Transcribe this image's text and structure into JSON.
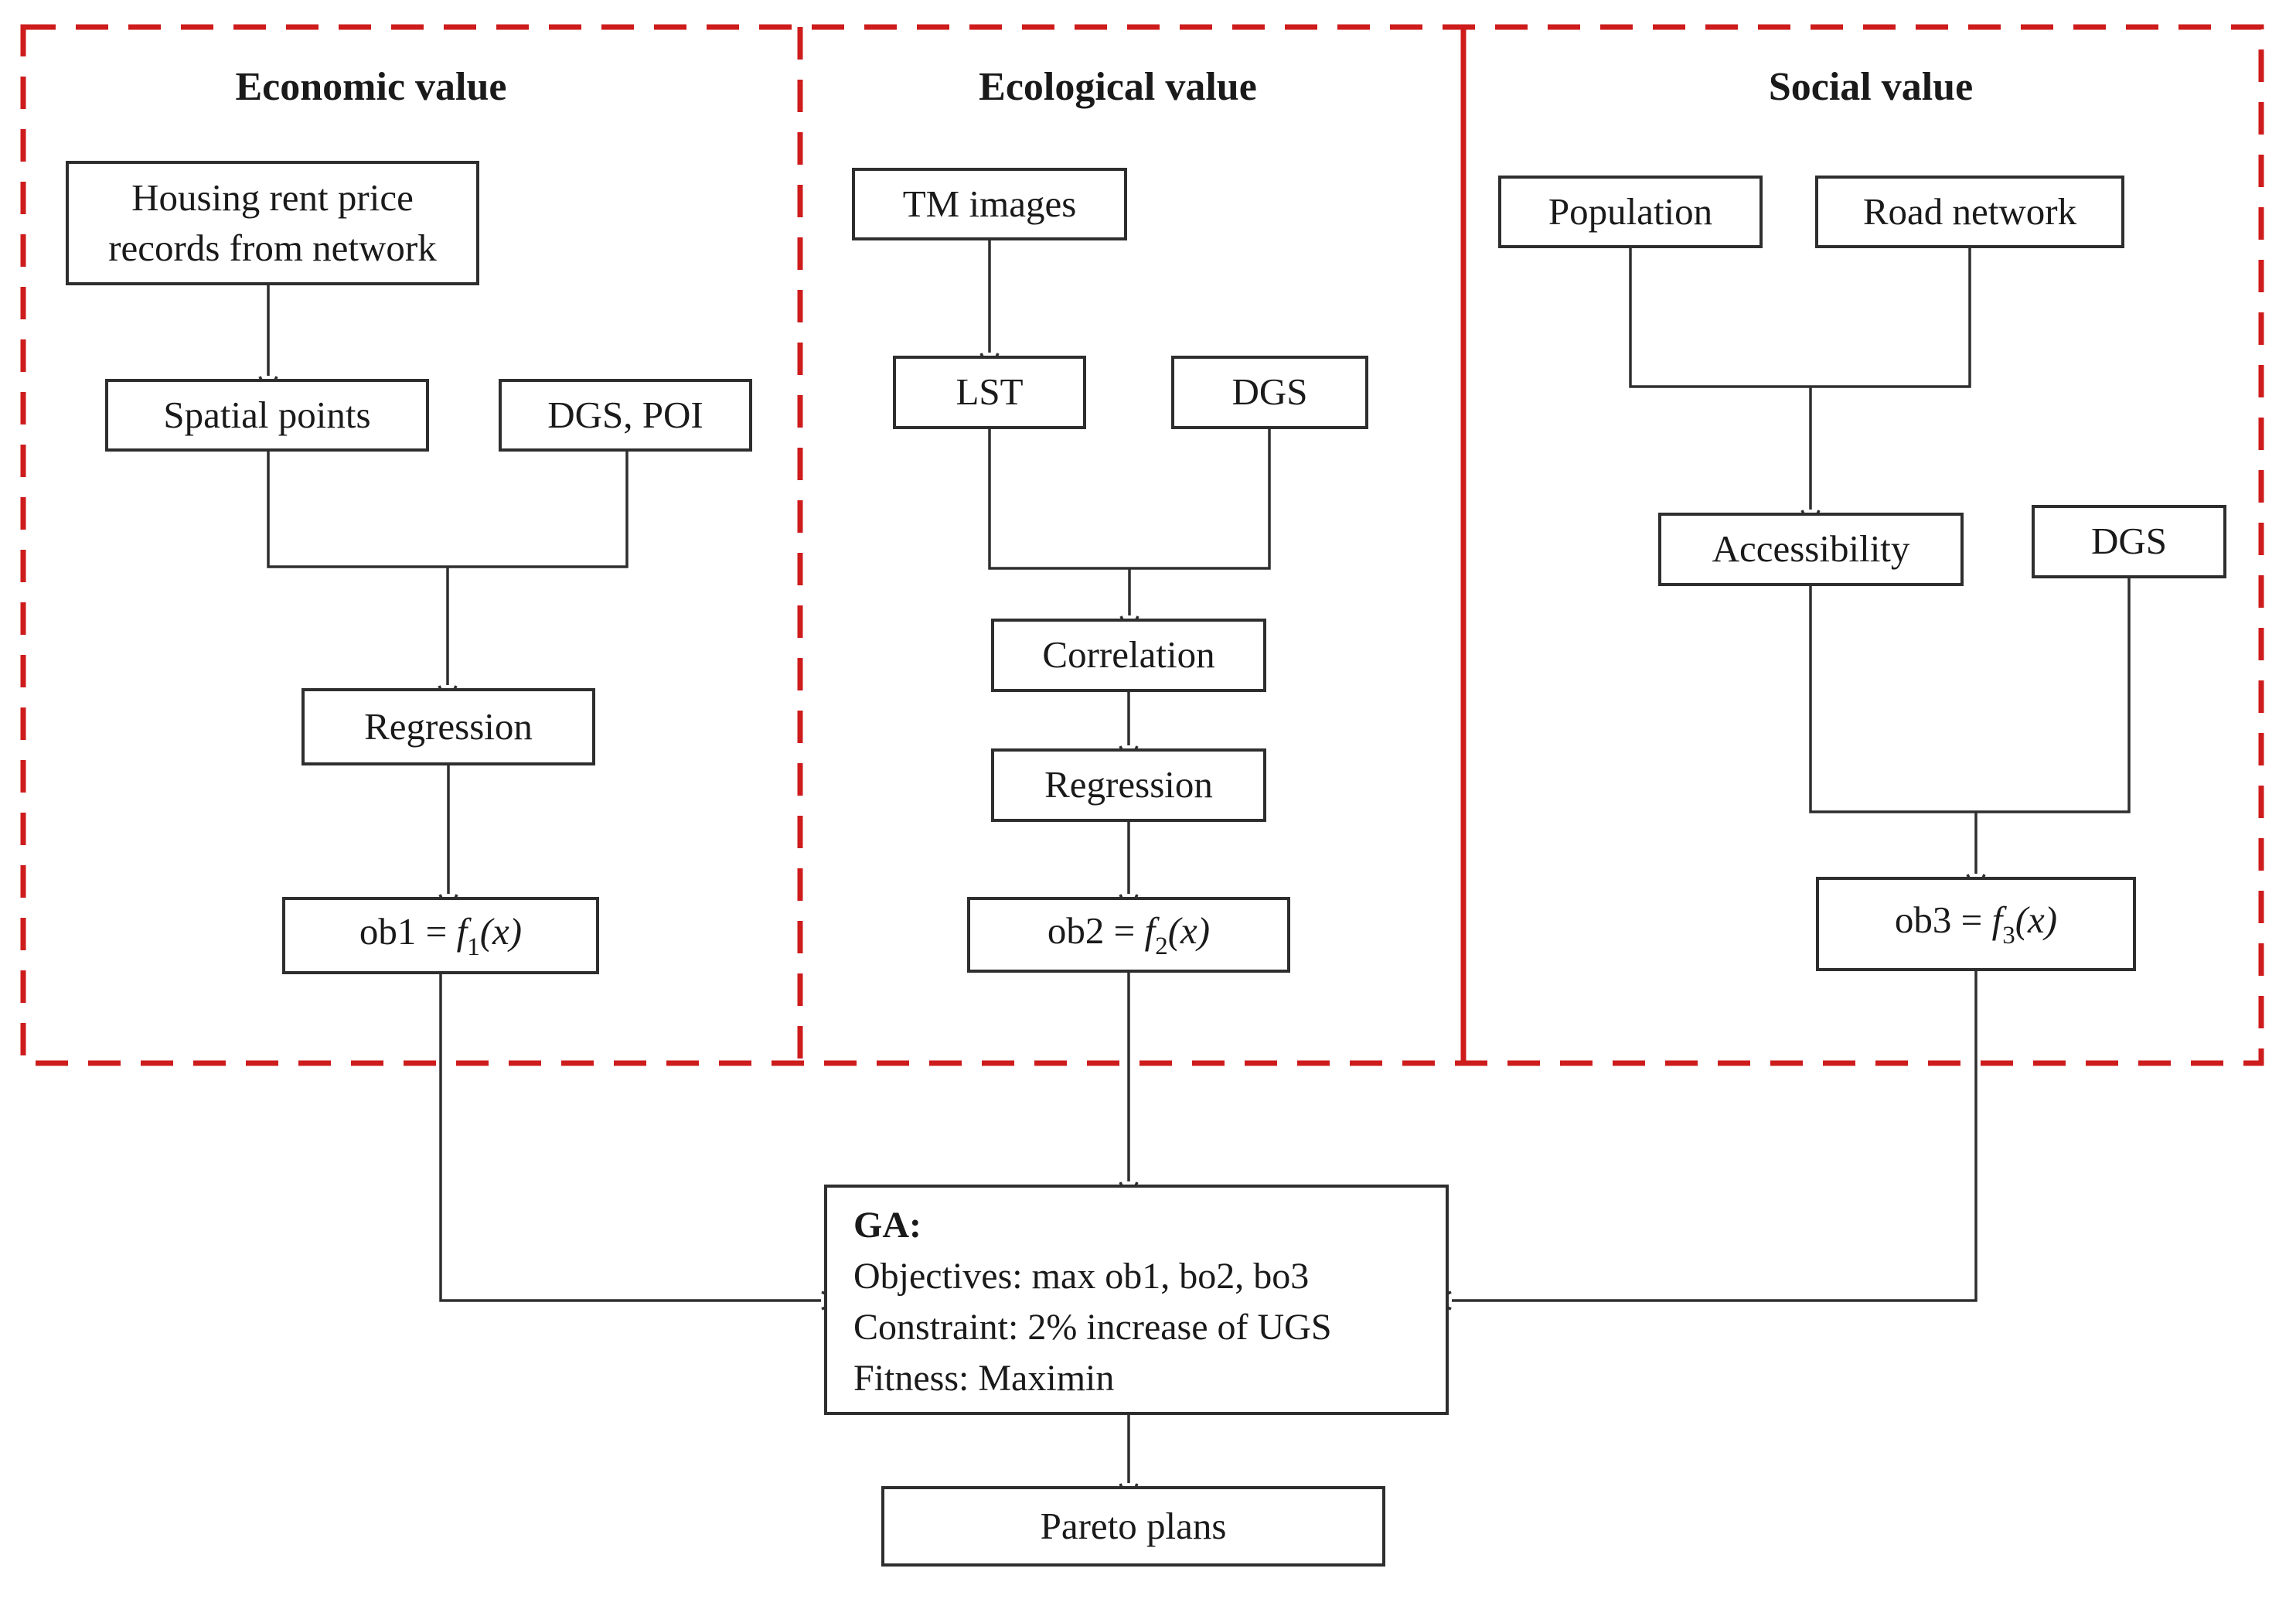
{
  "panels": [
    {
      "title": "Economic value"
    },
    {
      "title": "Ecological value"
    },
    {
      "title": "Social value"
    }
  ],
  "boxes": {
    "housing": {
      "line1": "Housing rent price",
      "line2": "records from network"
    },
    "spatial_points": "Spatial points",
    "dgs_poi": "DGS, POI",
    "regression1": "Regression",
    "tm_images": "TM images",
    "lst": "LST",
    "dgs_eco": "DGS",
    "correlation": "Correlation",
    "regression2": "Regression",
    "population": "Population",
    "road_network": "Road network",
    "accessibility": "Accessibility",
    "dgs_social": "DGS",
    "pareto": "Pareto plans"
  },
  "objectives": [
    {
      "pre": "ob1 = ",
      "f": "f",
      "sub": "1",
      "tail": "(x)"
    },
    {
      "pre": "ob2 = ",
      "f": "f",
      "sub": "2",
      "tail": "(x)"
    },
    {
      "pre": "ob3 = ",
      "f": "f",
      "sub": "3",
      "tail": "(x)"
    }
  ],
  "ga": {
    "title": "GA:",
    "lines": [
      "Objectives: max ob1, bo2, bo3",
      "Constraint: 2% increase of UGS",
      "Fitness: Maximin"
    ]
  },
  "colors": {
    "accent_red": "#ce1c1c",
    "line_black": "#2e2e2e"
  }
}
